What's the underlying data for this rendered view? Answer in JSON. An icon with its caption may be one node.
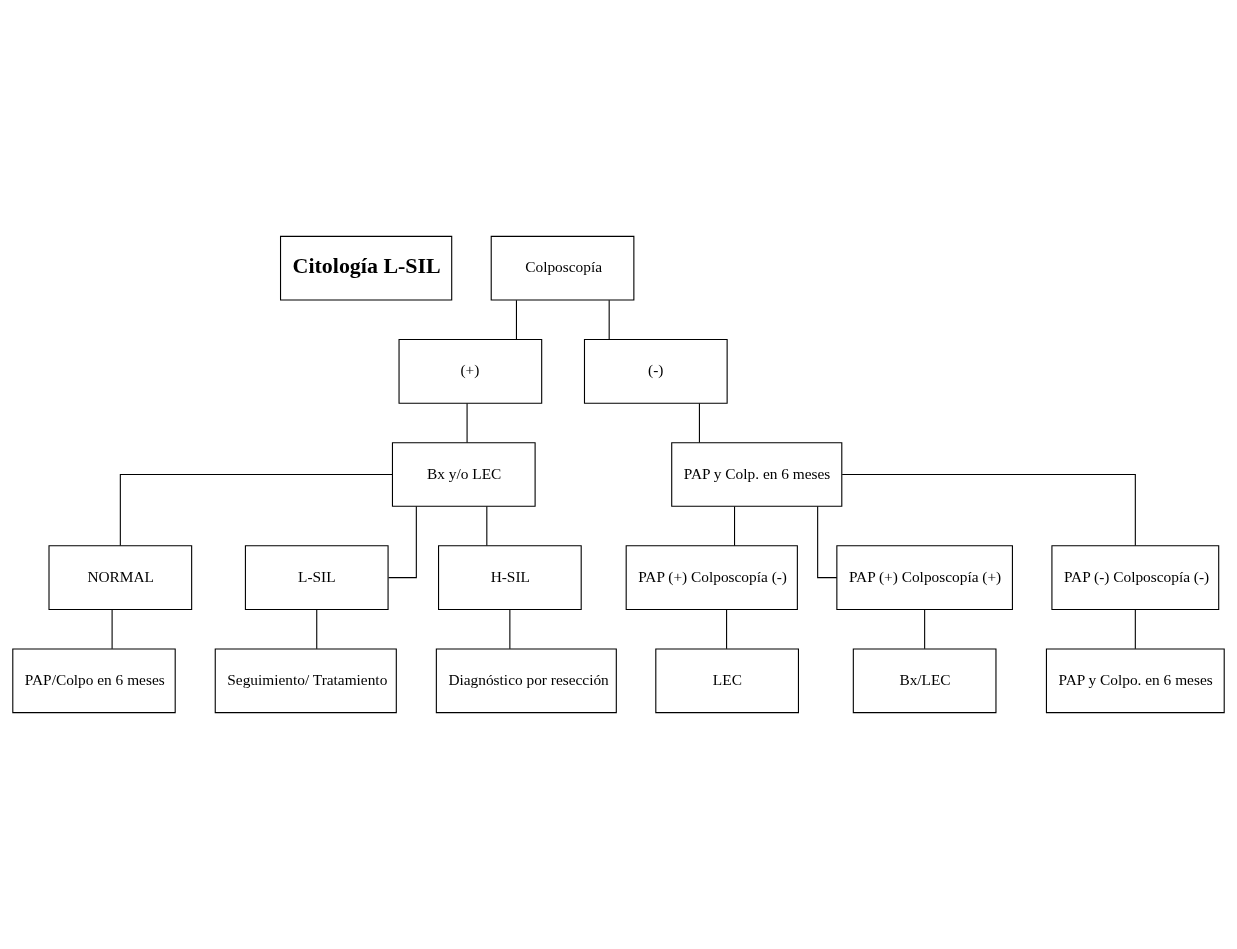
{
  "diagram": {
    "nodes": [
      {
        "text": [
          "Citología L-SIL"
        ]
      },
      {
        "text": [
          "Colposcopía"
        ]
      },
      {
        "text": [
          "(+)"
        ]
      },
      {
        "text": [
          "(-)"
        ]
      },
      {
        "text": [
          "Bx y/o LEC"
        ]
      },
      {
        "text": [
          "PAP y Colp. en 6 meses"
        ]
      },
      {
        "text": [
          "NORMAL"
        ]
      },
      {
        "text": [
          "L-SIL"
        ]
      },
      {
        "text": [
          "H-SIL"
        ]
      },
      {
        "text": [
          "PAP/Colpo en 6 meses"
        ]
      },
      {
        "text": [
          "Seguimiento/ Tratamiento"
        ]
      },
      {
        "text": [
          "Diagnóstico por resección"
        ]
      },
      {
        "text": [
          "PAP (+) Colposcopía (-)"
        ]
      },
      {
        "text": [
          "PAP (+) Colposcopía (+)"
        ]
      },
      {
        "text": [
          "PAP (-) Colposcopía (-)"
        ]
      },
      {
        "text": [
          "LEC"
        ]
      },
      {
        "text": [
          "Bx/LEC"
        ]
      },
      {
        "text": [
          "PAP y Colpo. en 6 meses"
        ]
      }
    ],
    "edges": [
      {
        "from": 1,
        "to": 2,
        "arrow": "none"
      },
      {
        "from": 1,
        "to": 3,
        "arrow": "none"
      },
      {
        "from": 2,
        "to": 4,
        "arrow": "none"
      },
      {
        "from": 3,
        "to": 5,
        "arrow": "none"
      },
      {
        "from": 4,
        "to": 6,
        "arrow": "none"
      },
      {
        "from": 4,
        "to": 7,
        "arrow": "none"
      },
      {
        "from": 4,
        "to": 8,
        "arrow": "none"
      },
      {
        "from": 5,
        "to": 12,
        "arrow": "none"
      },
      {
        "from": 5,
        "to": 13,
        "arrow": "none"
      },
      {
        "from": 5,
        "to": 14,
        "arrow": "none"
      },
      {
        "from": 6,
        "to": 9,
        "arrow": "none"
      },
      {
        "from": 7,
        "to": 10,
        "arrow": "none"
      },
      {
        "from": 8,
        "to": 11,
        "arrow": "none"
      },
      {
        "from": 12,
        "to": 15,
        "arrow": "none"
      },
      {
        "from": 13,
        "to": 16,
        "arrow": "none"
      },
      {
        "from": 14,
        "to": 17,
        "arrow": "none"
      }
    ]
  }
}
